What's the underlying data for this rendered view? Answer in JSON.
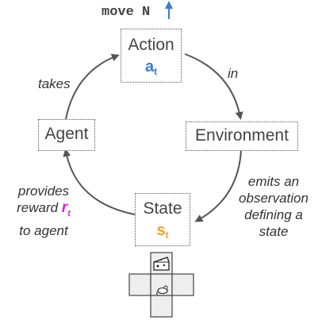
{
  "top": {
    "command": "move N"
  },
  "nodes": {
    "action": {
      "label": "Action",
      "symbol": "a",
      "subscript": "t",
      "color": "#3a7bd5"
    },
    "environment": {
      "label": "Environment"
    },
    "state": {
      "label": "State",
      "symbol": "s",
      "subscript": "t",
      "color": "#f0a020"
    },
    "agent": {
      "label": "Agent"
    }
  },
  "edges": {
    "takes": "takes",
    "in": "in",
    "emits": [
      "emits an",
      "observation",
      "defining a",
      "state"
    ],
    "provides": {
      "line1": "provides",
      "line2_prefix": "reward ",
      "reward_symbol": "r",
      "reward_subscript": "t",
      "line3": "to agent",
      "reward_color": "#e020e0"
    }
  },
  "colors": {
    "arrow": "#555555",
    "up_arrow": "#3a7bd5"
  },
  "grid_icons": {
    "top": "cheese-icon",
    "center": "mouse-icon"
  }
}
